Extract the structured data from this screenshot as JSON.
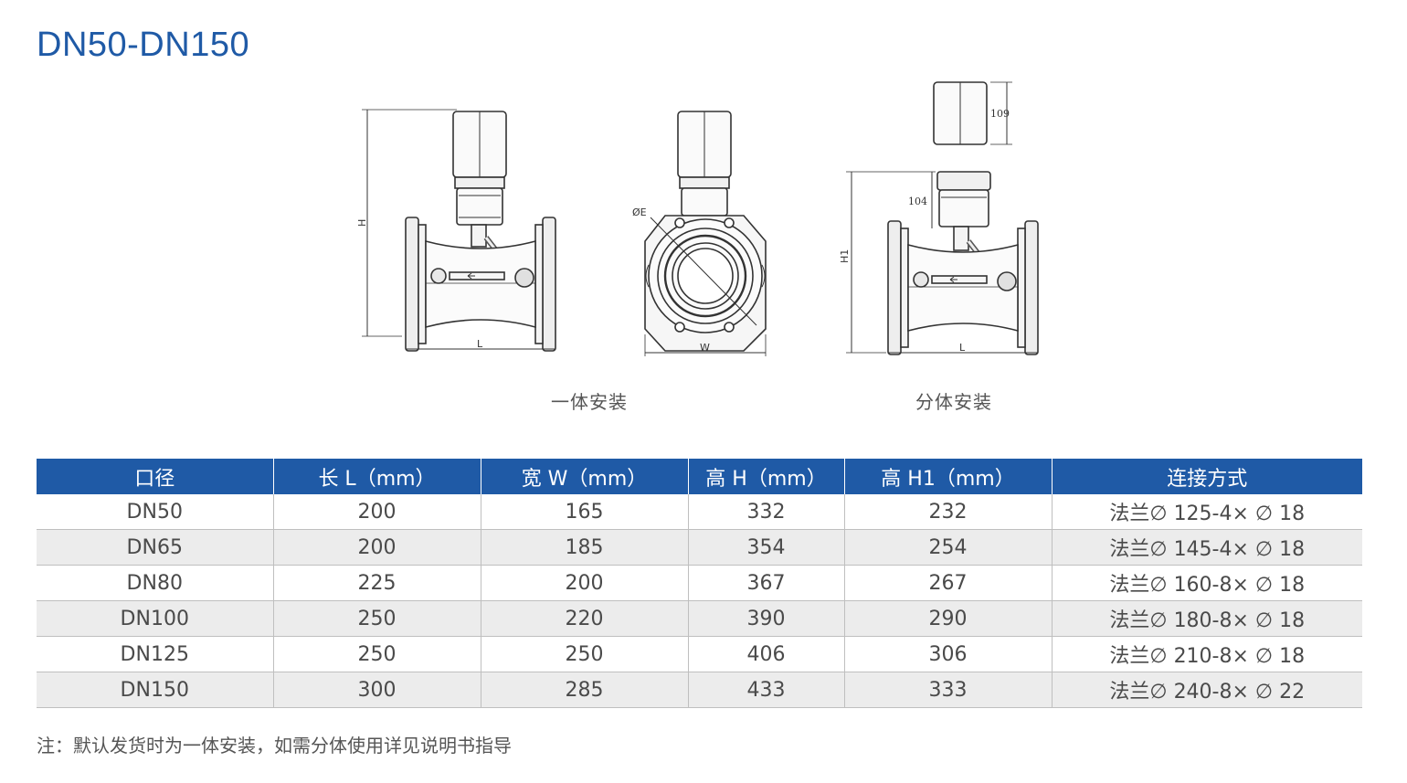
{
  "page": {
    "title": "DN50-DN150"
  },
  "drawings": {
    "integral": {
      "caption": "一体安装",
      "dim_height": "H",
      "dim_length": "L"
    },
    "flange": {
      "dim_width": "W",
      "dim_diameter": "ØE"
    },
    "split": {
      "caption": "分体安装",
      "dim_head": "109",
      "dim_neck": "104",
      "dim_height": "H1",
      "dim_length": "L"
    }
  },
  "table": {
    "headers": [
      "口径",
      "长 L（mm）",
      "宽 W（mm）",
      "高 H（mm）",
      "高 H1（mm）",
      "连接方式"
    ],
    "rows": [
      [
        "DN50",
        "200",
        "165",
        "332",
        "232",
        "法兰∅ 125-4× ∅ 18"
      ],
      [
        "DN65",
        "200",
        "185",
        "354",
        "254",
        "法兰∅ 145-4× ∅ 18"
      ],
      [
        "DN80",
        "225",
        "200",
        "367",
        "267",
        "法兰∅ 160-8× ∅ 18"
      ],
      [
        "DN100",
        "250",
        "220",
        "390",
        "290",
        "法兰∅ 180-8× ∅ 18"
      ],
      [
        "DN125",
        "250",
        "250",
        "406",
        "306",
        "法兰∅ 210-8× ∅ 18"
      ],
      [
        "DN150",
        "300",
        "285",
        "433",
        "333",
        "法兰∅ 240-8× ∅ 22"
      ]
    ]
  },
  "footnote": "注：默认发货时为一体安装，如需分体使用详见说明书指导",
  "colors": {
    "accent": "#1f5aa6",
    "row_alt": "#ececec",
    "text": "#4a4a4a"
  }
}
